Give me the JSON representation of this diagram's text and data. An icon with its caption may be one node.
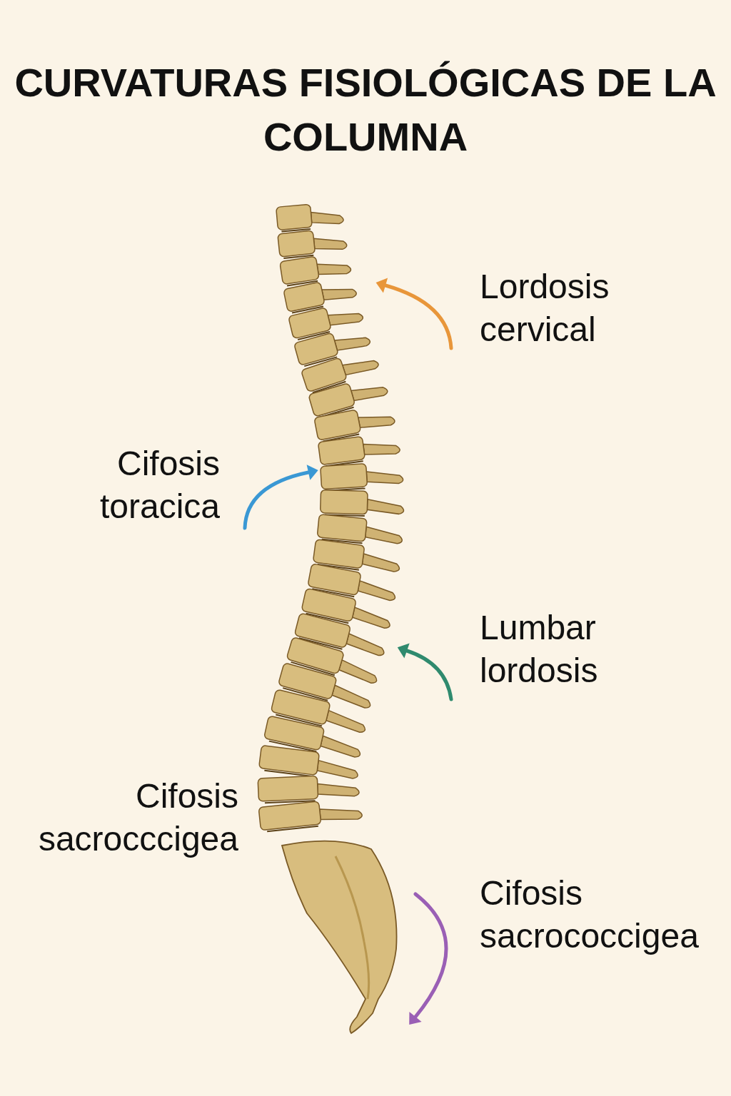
{
  "diagram": {
    "title": "CURVATURAS FISIOLÓGICAS DE LA COLUMNA",
    "labels": [
      "Lordosis cervical",
      "Cifosis toracica",
      "Lumbar lordosis",
      "Cifosis sacrocccigea",
      "Cifosis sacrococcigea"
    ]
  }
}
